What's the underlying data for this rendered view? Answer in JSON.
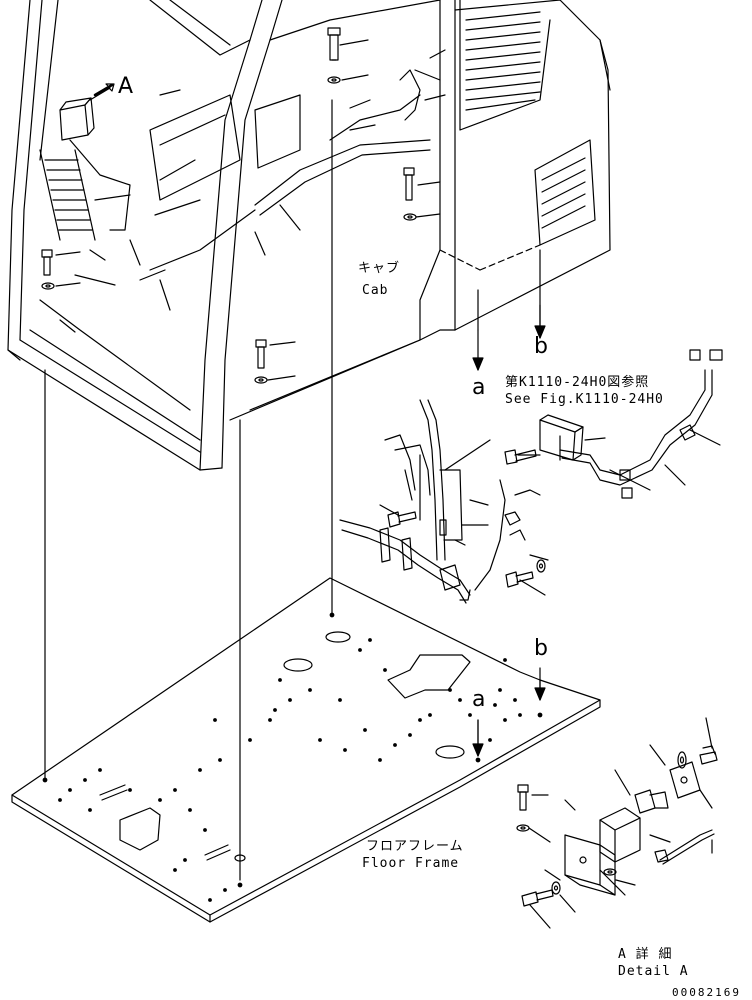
{
  "labels": {
    "view_a": "A",
    "cab_jp": "キャブ",
    "cab_en": "Cab",
    "arrow_a_upper": "a",
    "arrow_b_upper": "b",
    "see_fig_jp": "第K1110-24H0図参照",
    "see_fig_en": "See Fig.K1110-24H0",
    "arrow_b_lower": "b",
    "arrow_a_lower": "a",
    "floor_jp": "フロアフレーム",
    "floor_en": "Floor Frame",
    "detail_jp": "A 詳 細",
    "detail_en": "Detail A",
    "drawing_no": "00082169"
  }
}
